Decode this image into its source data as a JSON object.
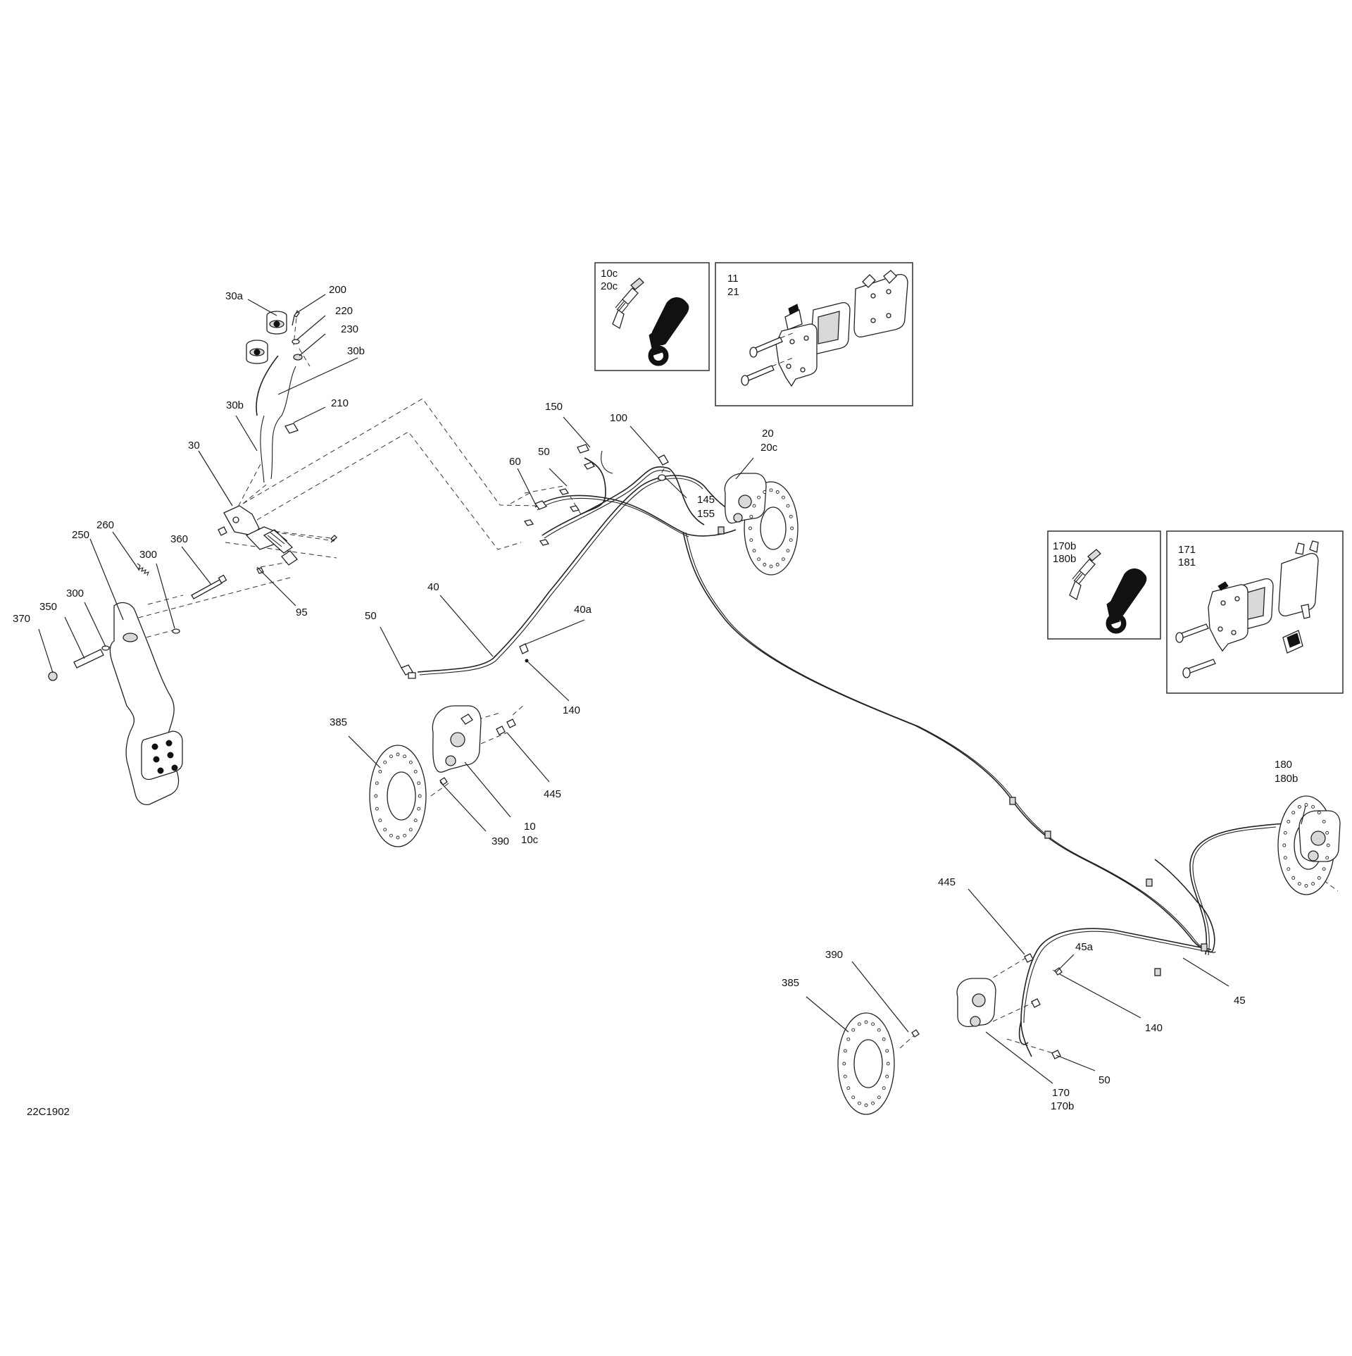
{
  "drawing_code": "22C1902",
  "callouts": [
    {
      "id": "c200",
      "text": "200"
    },
    {
      "id": "c30a",
      "text": "30a"
    },
    {
      "id": "c220",
      "text": "220"
    },
    {
      "id": "c230",
      "text": "230"
    },
    {
      "id": "c30b_a",
      "text": "30b"
    },
    {
      "id": "c30b_b",
      "text": "30b"
    },
    {
      "id": "c210",
      "text": "210"
    },
    {
      "id": "c30",
      "text": "30"
    },
    {
      "id": "c260",
      "text": "260"
    },
    {
      "id": "c250",
      "text": "250"
    },
    {
      "id": "c300_a",
      "text": "300"
    },
    {
      "id": "c360",
      "text": "360"
    },
    {
      "id": "c300_b",
      "text": "300"
    },
    {
      "id": "c350",
      "text": "350"
    },
    {
      "id": "c370",
      "text": "370"
    },
    {
      "id": "c95",
      "text": "95"
    },
    {
      "id": "c40",
      "text": "40"
    },
    {
      "id": "c50_a",
      "text": "50"
    },
    {
      "id": "c40a",
      "text": "40a"
    },
    {
      "id": "c140_a",
      "text": "140"
    },
    {
      "id": "c385_a",
      "text": "385"
    },
    {
      "id": "c445_a",
      "text": "445"
    },
    {
      "id": "c390_a",
      "text": "390"
    },
    {
      "id": "c10",
      "text": "10"
    },
    {
      "id": "c10c",
      "text": "10c"
    },
    {
      "id": "c150",
      "text": "150"
    },
    {
      "id": "c60",
      "text": "60"
    },
    {
      "id": "c50_b",
      "text": "50"
    },
    {
      "id": "c100",
      "text": "100"
    },
    {
      "id": "c145",
      "text": "145"
    },
    {
      "id": "c155",
      "text": "155"
    },
    {
      "id": "c20",
      "text": "20"
    },
    {
      "id": "c20c",
      "text": "20c"
    },
    {
      "id": "c180",
      "text": "180"
    },
    {
      "id": "c180b",
      "text": "180b"
    },
    {
      "id": "c445_b",
      "text": "445"
    },
    {
      "id": "c45a",
      "text": "45a"
    },
    {
      "id": "c140_b",
      "text": "140"
    },
    {
      "id": "c45",
      "text": "45"
    },
    {
      "id": "c390_b",
      "text": "390"
    },
    {
      "id": "c385_b",
      "text": "385"
    },
    {
      "id": "c50_c",
      "text": "50"
    },
    {
      "id": "c170",
      "text": "170"
    },
    {
      "id": "c170b",
      "text": "170b"
    }
  ],
  "insets": [
    {
      "id": "inset1",
      "lines": [
        "10c",
        "20c"
      ]
    },
    {
      "id": "inset2",
      "lines": [
        "11",
        "21"
      ]
    },
    {
      "id": "inset3",
      "lines": [
        "170b",
        "180b"
      ]
    },
    {
      "id": "inset4",
      "lines": [
        "171",
        "181"
      ]
    }
  ]
}
